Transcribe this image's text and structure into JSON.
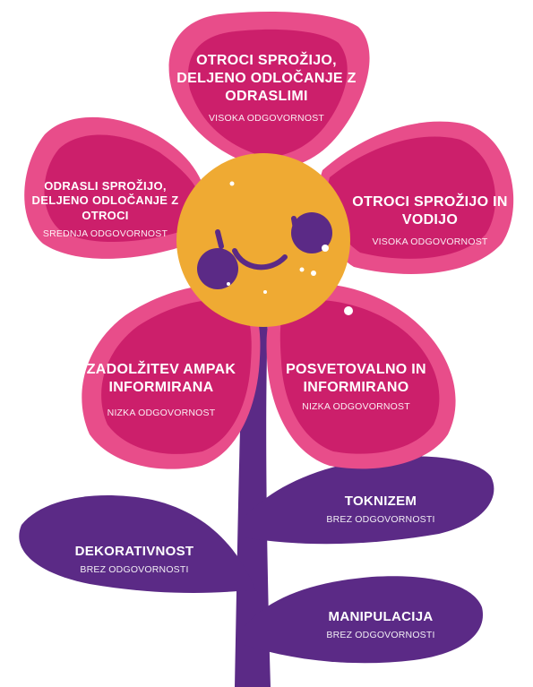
{
  "colors": {
    "petal_outer": "#e84d8a",
    "petal_inner": "#cc1f6b",
    "center": "#efaa33",
    "stem": "#5b2a86",
    "white": "#ffffff"
  },
  "petals": {
    "top": {
      "title": "Otroci sprožijo, deljeno odločanje z odraslimi",
      "level": "Visoka odgovornost"
    },
    "left": {
      "title": "Odrasli sprožijo, deljeno odločanje z otroci",
      "level": "Srednja odgovornost"
    },
    "right": {
      "title": "Otroci sprožijo in vodijo",
      "level": "Visoka odgovornost"
    },
    "bottom_left": {
      "title": "Zadolžitev ampak informirana",
      "level": "Nizka odgovornost"
    },
    "bottom_right": {
      "title": "Posvetovalno in informirano",
      "level": "Nizka odgovornost"
    }
  },
  "leaves": {
    "right_top": {
      "title": "Toknizem",
      "level": "Brez odgovornosti"
    },
    "left": {
      "title": "Dekorativnost",
      "level": "Brez odgovornosti"
    },
    "right_bottom": {
      "title": "Manipulacija",
      "level": "Brez odgovornosti"
    }
  },
  "center": {
    "icon": "smiling-face-icon"
  }
}
